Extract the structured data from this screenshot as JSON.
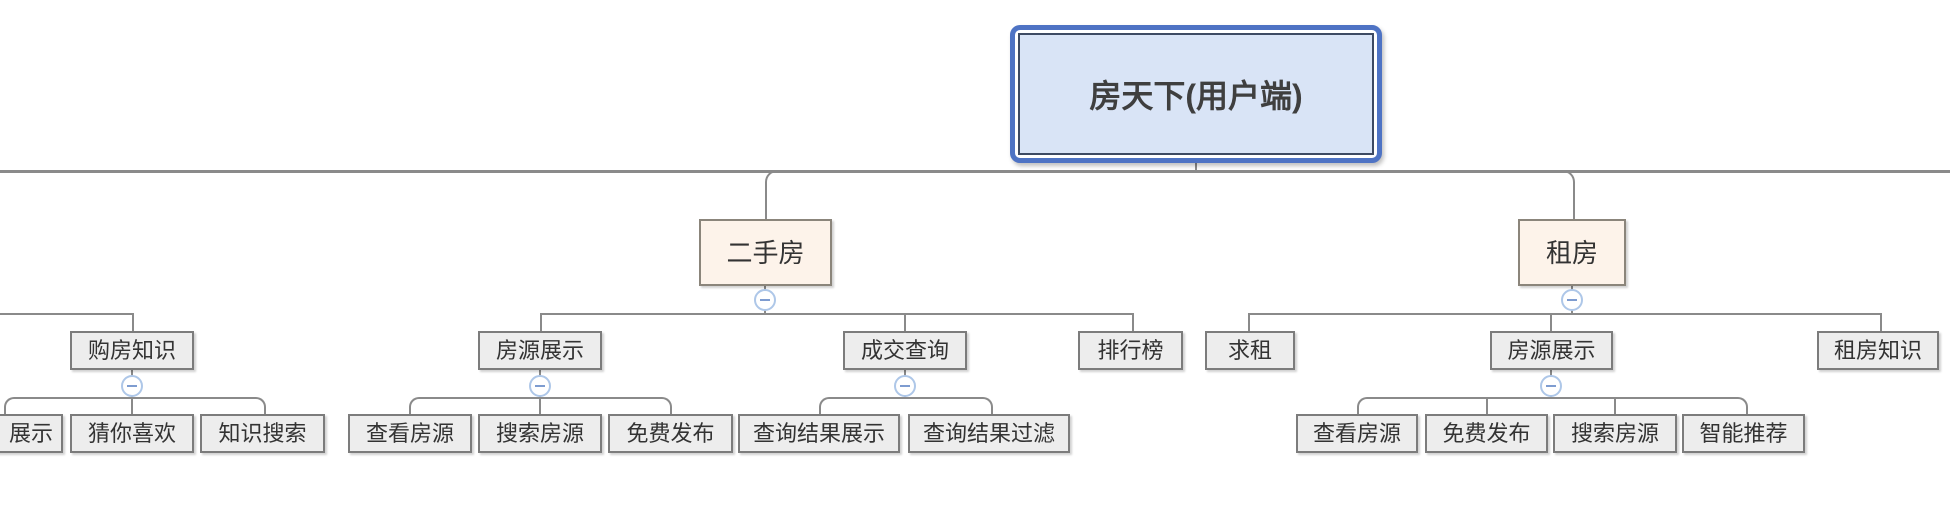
{
  "diagram": {
    "type": "mindmap-org-chart",
    "note": "tree chart, root on top, left/right branches partially clipped at canvas edges"
  },
  "nodes": {
    "root": {
      "label": "房天下(用户端)",
      "level": "root"
    },
    "second_hand": {
      "label": "二手房",
      "level": "branch"
    },
    "rent": {
      "label": "租房",
      "level": "branch"
    },
    "buy_knowledge": {
      "label": "购房知识",
      "level": "topic"
    },
    "display_clipped": {
      "label": "展示",
      "level": "subtopic",
      "clipped": "left-edge"
    },
    "guess_you_like": {
      "label": "猜你喜欢",
      "level": "subtopic"
    },
    "knowledge_search": {
      "label": "知识搜索",
      "level": "subtopic"
    },
    "sh_listing": {
      "label": "房源展示",
      "level": "topic"
    },
    "deal_query": {
      "label": "成交查询",
      "level": "topic"
    },
    "ranking": {
      "label": "排行榜",
      "level": "topic"
    },
    "view_listing_sh": {
      "label": "查看房源",
      "level": "subtopic"
    },
    "search_listing_sh": {
      "label": "搜索房源",
      "level": "subtopic"
    },
    "free_publish_sh": {
      "label": "免费发布",
      "level": "subtopic"
    },
    "query_result_display": {
      "label": "查询结果展示",
      "level": "subtopic"
    },
    "query_result_filter": {
      "label": "查询结果过滤",
      "level": "subtopic"
    },
    "seek_rent": {
      "label": "求租",
      "level": "topic"
    },
    "rent_listing": {
      "label": "房源展示",
      "level": "topic"
    },
    "rent_knowledge": {
      "label": "租房知识",
      "level": "topic"
    },
    "view_listing_rent": {
      "label": "查看房源",
      "level": "subtopic"
    },
    "free_publish_rent": {
      "label": "免费发布",
      "level": "subtopic"
    },
    "search_listing_rent": {
      "label": "搜索房源",
      "level": "subtopic"
    },
    "smart_recommend": {
      "label": "智能推荐",
      "level": "subtopic"
    }
  },
  "tree": [
    {
      "id": "buy_knowledge",
      "parent": "offscreen-left",
      "children": [
        "display_clipped",
        "guess_you_like",
        "knowledge_search"
      ]
    },
    {
      "id": "second_hand",
      "parent": "root",
      "children": [
        {
          "id": "sh_listing",
          "children": [
            "view_listing_sh",
            "search_listing_sh",
            "free_publish_sh"
          ]
        },
        {
          "id": "deal_query",
          "children": [
            "query_result_display",
            "query_result_filter"
          ]
        },
        {
          "id": "ranking",
          "children": []
        }
      ]
    },
    {
      "id": "rent",
      "parent": "root",
      "children": [
        {
          "id": "seek_rent",
          "children": []
        },
        {
          "id": "rent_listing",
          "children": [
            "view_listing_rent",
            "free_publish_rent",
            "search_listing_rent",
            "smart_recommend"
          ]
        },
        {
          "id": "rent_knowledge",
          "children": []
        }
      ]
    }
  ],
  "colors": {
    "root_fill": "#d9e4f6",
    "root_border": "#4e73c4",
    "root_inner_border": "#3d4a63",
    "branch_fill": "#fdf3ea",
    "branch_border": "#8b857b",
    "node_fill": "#ededed",
    "node_border": "#7c7c7c",
    "line": "#8a8a8a",
    "badge_border": "#aec7e8",
    "badge_minus": "#7e9cd0",
    "text": "#333333"
  }
}
